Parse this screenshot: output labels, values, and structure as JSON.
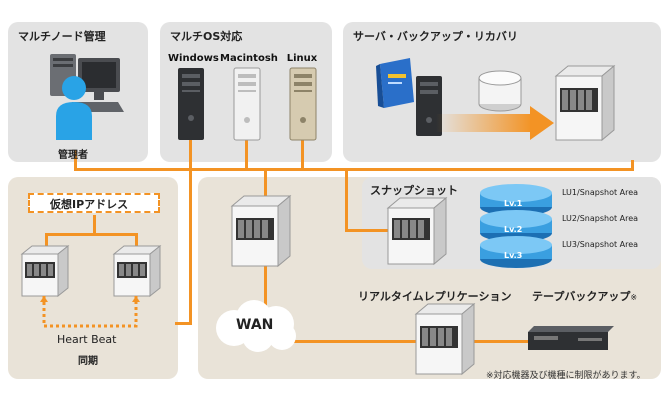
{
  "panels": {
    "multinode": {
      "title": "マルチノード管理",
      "admin_label": "管理者"
    },
    "multios": {
      "title": "マルチOS対応",
      "os": [
        "Windows",
        "Macintosh",
        "Linux"
      ]
    },
    "backup": {
      "title": "サーバ・バックアップ・リカバリ"
    },
    "failover": {
      "virtual_ip": "仮想IPアドレス",
      "heartbeat": "Heart Beat",
      "sync": "同期"
    },
    "snapshot": {
      "title": "スナップショット",
      "levels": [
        "Lv.1",
        "Lv.2",
        "Lv.3"
      ],
      "areas": [
        "LU1/Snapshot Area",
        "LU2/Snapshot Area",
        "LU3/Snapshot Area"
      ]
    },
    "replication": {
      "wan": "WAN",
      "title": "リアルタイムレプリケーション",
      "tape_title": "テープバックアップ",
      "tape_mark": "※",
      "footnote": "※対応機器及び機種に制限があります。"
    }
  },
  "colors": {
    "accent": "#f39324",
    "panel_gray": "#e3e3e3",
    "panel_beige": "#e9e3d8",
    "disk_blue": "#3a9fe0"
  }
}
